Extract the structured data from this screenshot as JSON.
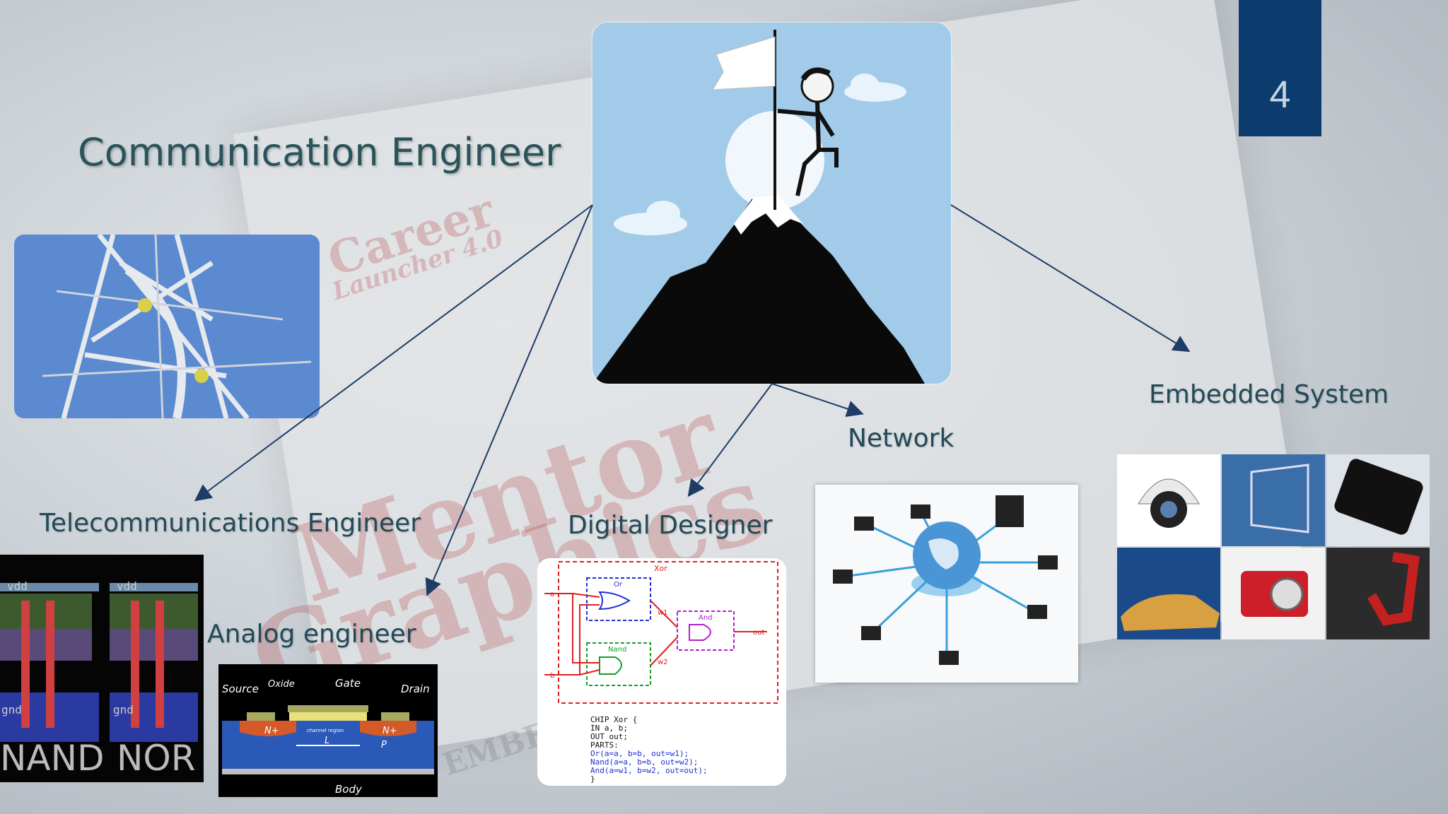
{
  "slide": {
    "number": "4",
    "title": "Communication Engineer"
  },
  "labels": {
    "telecom": "Telecommunications  Engineer",
    "analog": "Analog engineer",
    "digital": "Digital Designer",
    "network": "Network",
    "embedded": "Embedded System"
  },
  "watermarks": {
    "career": "Career",
    "launcher": "Launcher 4.0",
    "mentor": "Mentor",
    "graphics": "Graphics",
    "embedded_text": "EMBEDDED"
  },
  "layout_labels": {
    "nand": "NAND",
    "nor": "NOR",
    "vdd": "vdd",
    "gnd": "gnd"
  },
  "mos": {
    "source": "Source",
    "oxide": "Oxide",
    "gate": "Gate",
    "drain": "Drain",
    "n_plus": "N+",
    "channel": "channel region",
    "l": "L",
    "p": "P",
    "body": "Body"
  },
  "circuit": {
    "xor": "Xor",
    "or": "Or",
    "nand": "Nand",
    "and": "And",
    "out": "out",
    "w1": "w1",
    "w2": "w2",
    "a": "a",
    "b": "b",
    "code": [
      "CHIP Xor {",
      "    IN  a, b;",
      "    OUT out;",
      "PARTS:",
      "    Or(a=a, b=b, out=w1);",
      "    Nand(a=a, b=b, out=w2);",
      "    And(a=w1, b=w2, out=out);",
      "}"
    ]
  },
  "colors": {
    "accent": "#0c3b6e",
    "title": "#28545a",
    "arrow": "#1e3d66"
  }
}
